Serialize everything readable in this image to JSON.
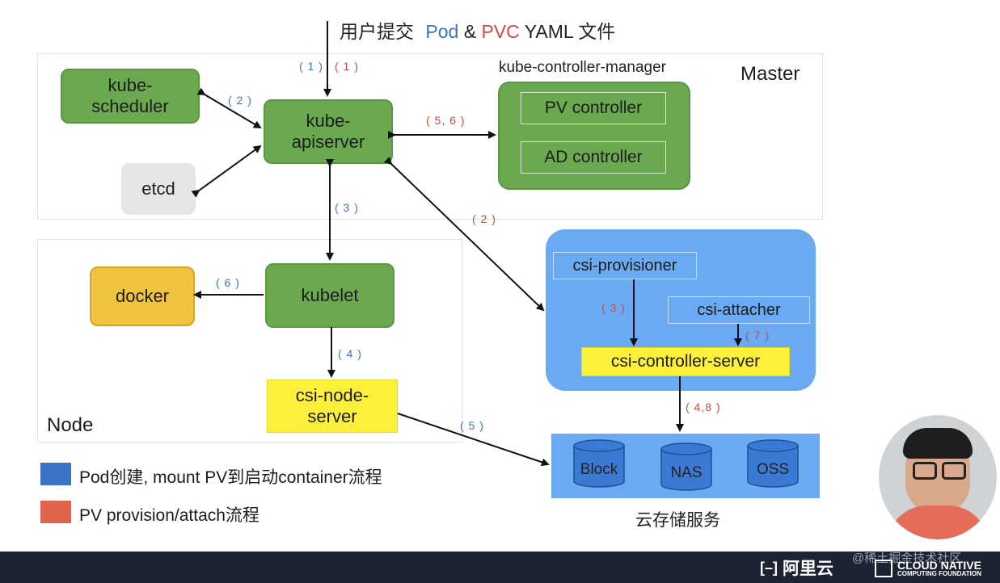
{
  "header": {
    "prefix": "用户提交",
    "pod": "Pod",
    "amp": "&",
    "pvc": "PVC",
    "suffix": "YAML 文件",
    "colors": {
      "pod": "#3b73c8",
      "pvc": "#cf4a3d"
    }
  },
  "master": {
    "title": "Master",
    "kube_scheduler": "kube-\nscheduler",
    "kube_apiserver": "kube-\napiserver",
    "etcd": "etcd",
    "kube_controller_manager": "kube-controller-manager",
    "pv_controller": "PV controller",
    "ad_controller": "AD controller"
  },
  "node": {
    "title": "Node",
    "docker": "docker",
    "kubelet": "kubelet",
    "csi_node_server": "csi-node-\nserver"
  },
  "csi": {
    "provisioner": "csi-provisioner",
    "attacher": "csi-attacher",
    "controller_server": "csi-controller-server"
  },
  "storage": {
    "title": "云存储服务",
    "items": [
      "Block",
      "NAS",
      "OSS"
    ]
  },
  "step_labels": {
    "top_blue": "( 1 )",
    "top_red": "( 1 )",
    "scheduler": "( 2 )",
    "controller": "( 5, 6 )",
    "apiserver_kubelet": "( 3 )",
    "apiserver_csi": "( 2 )",
    "docker": "( 6 )",
    "kubelet_csi_node": "( 4 )",
    "csi_node_storage": "( 5 )",
    "provisioner": "( 3 )",
    "attacher": "( 7 )",
    "controller_storage": "( 4,8 )"
  },
  "legend": [
    {
      "label": "Pod创建, mount PV到启动container流程",
      "color": "#3b73c8"
    },
    {
      "label": "PV provision/attach流程",
      "color": "#e0644b"
    }
  ],
  "footer": {
    "aliyun": "阿里云",
    "cncf_line1": "CLOUD NATIVE",
    "cncf_line2": "COMPUTING FOUNDATION",
    "watermark": "@稀土掘金技术社区"
  },
  "colors": {
    "green": "#6aa94f",
    "blue_panel": "#6aaaf3",
    "yellow": "#fdf03a",
    "orange": "#f0c33f",
    "footer": "#1c2433"
  }
}
